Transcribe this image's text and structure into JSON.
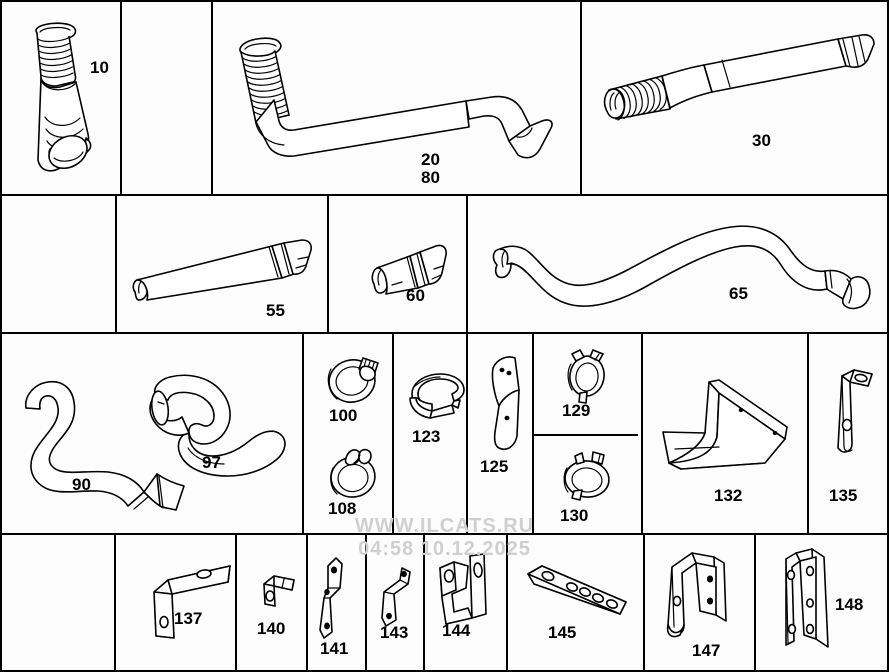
{
  "document": {
    "type": "spare-parts-illustration",
    "title": "Air intake hoses, clamps and mounting brackets parts diagram"
  },
  "watermark": {
    "site": "WWW.ILCATS.RU",
    "timestamp": "04:58 10.12.2025"
  },
  "colors": {
    "line": "#000000",
    "background": "#fdfdfd",
    "watermark": "#cfcfcf"
  },
  "rows": [
    {
      "index": 1,
      "cells": [
        {
          "name": "cell-10",
          "labels": [
            "10"
          ],
          "part": "corrugated-intake-hose"
        },
        {
          "name": "cell-empty-1",
          "labels": [],
          "part": "empty"
        },
        {
          "name": "cell-20-80",
          "labels": [
            "20",
            "80"
          ],
          "part": "bent-corrugated-hose"
        },
        {
          "name": "cell-30",
          "labels": [
            "30"
          ],
          "part": "corrugated-end-hose"
        }
      ]
    },
    {
      "index": 2,
      "cells": [
        {
          "name": "cell-empty-2",
          "labels": [],
          "part": "empty"
        },
        {
          "name": "cell-55",
          "labels": [
            "55"
          ],
          "part": "straight-pipe-long"
        },
        {
          "name": "cell-60",
          "labels": [
            "60"
          ],
          "part": "connector-sleeve"
        },
        {
          "name": "cell-65",
          "labels": [
            "65"
          ],
          "part": "s-curved-hose"
        }
      ]
    },
    {
      "index": 3,
      "cells": [
        {
          "name": "cell-90-97",
          "labels": [
            "90",
            "97"
          ],
          "part": "two-curved-hoses"
        },
        {
          "name": "cell-100",
          "labels": [
            "100"
          ],
          "part": "worm-drive-clamp"
        },
        {
          "name": "cell-108",
          "labels": [
            "108"
          ],
          "part": "spring-clamp"
        },
        {
          "name": "cell-123",
          "labels": [
            "123"
          ],
          "part": "flat-band-clamp"
        },
        {
          "name": "cell-125",
          "labels": [
            "125"
          ],
          "part": "curved-bracket"
        },
        {
          "name": "cell-129",
          "labels": [
            "129"
          ],
          "part": "tab-clamp-small"
        },
        {
          "name": "cell-130",
          "labels": [
            "130"
          ],
          "part": "tab-clamp-large"
        },
        {
          "name": "cell-132",
          "labels": [
            "132"
          ],
          "part": "heat-shield-plate"
        },
        {
          "name": "cell-135",
          "labels": [
            "135"
          ],
          "part": "angle-bracket-slot"
        }
      ]
    },
    {
      "index": 4,
      "cells": [
        {
          "name": "cell-empty-3",
          "labels": [],
          "part": "empty"
        },
        {
          "name": "cell-137",
          "labels": [
            "137"
          ],
          "part": "l-bracket-long"
        },
        {
          "name": "cell-140",
          "labels": [
            "140"
          ],
          "part": "small-angle-bracket"
        },
        {
          "name": "cell-141",
          "labels": [
            "141"
          ],
          "part": "tapered-strap"
        },
        {
          "name": "cell-143",
          "labels": [
            "143"
          ],
          "part": "small-offset-bracket"
        },
        {
          "name": "cell-144",
          "labels": [
            "144"
          ],
          "part": "u-channel-bracket"
        },
        {
          "name": "cell-145",
          "labels": [
            "145"
          ],
          "part": "multi-hole-strip"
        },
        {
          "name": "cell-147",
          "labels": [
            "147"
          ],
          "part": "hook-bracket"
        },
        {
          "name": "cell-148",
          "labels": [
            "148"
          ],
          "part": "tall-u-bracket"
        }
      ]
    }
  ],
  "labels": {
    "p10": "10",
    "p20": "20",
    "p80": "80",
    "p30": "30",
    "p55": "55",
    "p60": "60",
    "p65": "65",
    "p90": "90",
    "p97": "97",
    "p100": "100",
    "p108": "108",
    "p123": "123",
    "p125": "125",
    "p129": "129",
    "p130": "130",
    "p132": "132",
    "p135": "135",
    "p137": "137",
    "p140": "140",
    "p141": "141",
    "p143": "143",
    "p144": "144",
    "p145": "145",
    "p147": "147",
    "p148": "148"
  }
}
